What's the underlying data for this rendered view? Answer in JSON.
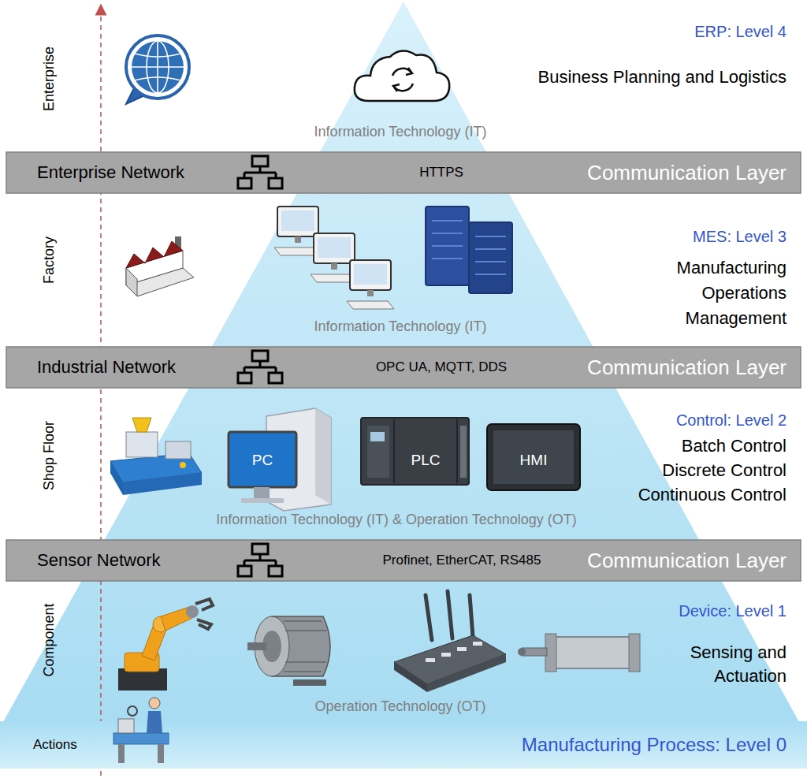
{
  "diagram": {
    "nodes": [
      {
        "text": [
          "Enterprise Network",
          "HTTPS",
          "Communication Layer"
        ]
      },
      {
        "text": [
          "Industrial Network",
          "OPC UA, MQTT, DDS",
          "Communication Layer"
        ]
      },
      {
        "text": [
          "Sensor Network",
          "Profinet, EtherCAT, RS485",
          "Communication Layer"
        ]
      },
      {
        "text": [
          "Actions",
          "Manufacturing Process: Level 0"
        ]
      }
    ],
    "labels": [
      "Enterprise",
      "Factory",
      "Shop Floor",
      "Component",
      "ERP: Level 4",
      "Business Planning and Logistics",
      "Information Technology (IT)",
      "MES: Level 3",
      "Manufacturing Operations Management",
      "Information Technology (IT)",
      "Control: Level 2",
      "Batch Control",
      "Discrete Control",
      "Continuous Control",
      "PC",
      "PLC",
      "HMI",
      "Information Technology (IT) & Operation Technology (OT)",
      "Device: Level 1",
      "Sensing and Actuation",
      "Operation Technology (OT)"
    ]
  }
}
